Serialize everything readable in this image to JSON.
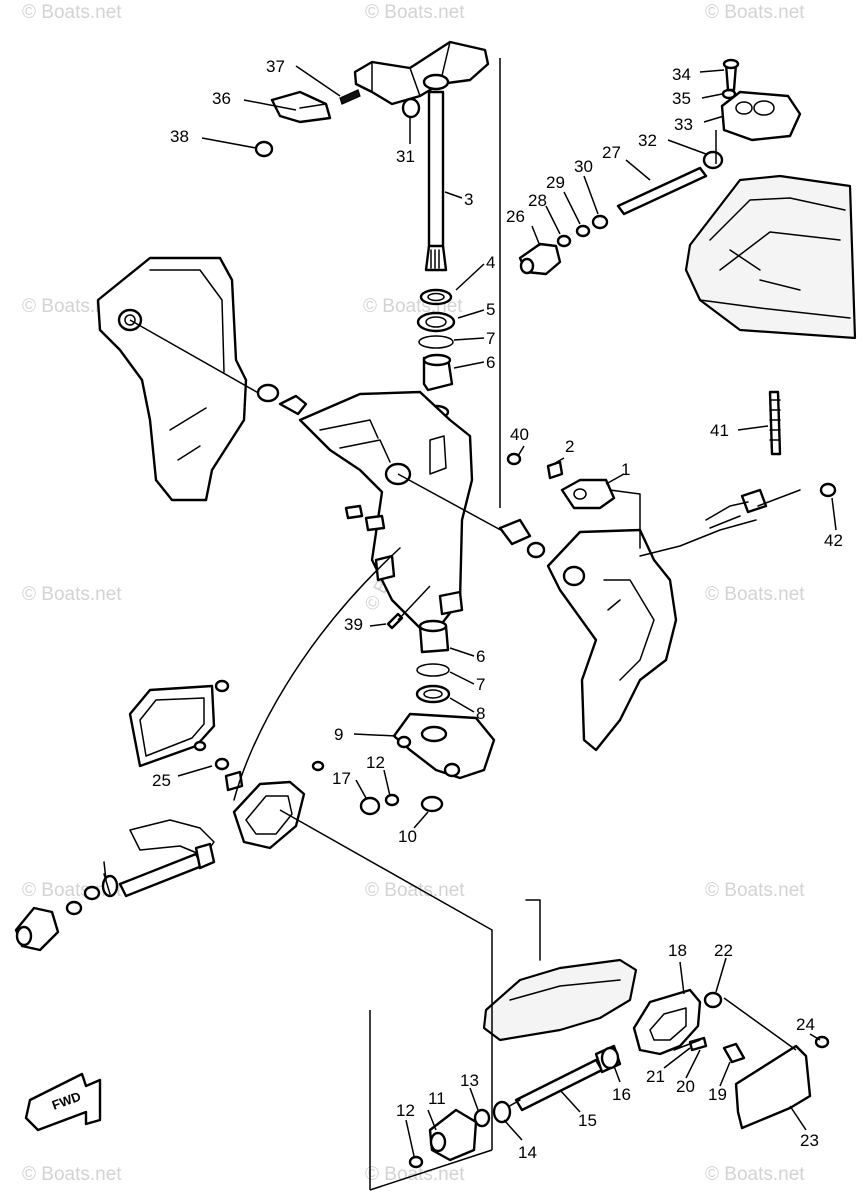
{
  "watermark": "© Boats.net",
  "fwd_label": "FWD",
  "callouts": {
    "c1": "1",
    "c2": "2",
    "c3": "3",
    "c4": "4",
    "c5": "5",
    "c6": "6",
    "c6b": "6",
    "c7": "7",
    "c7b": "7",
    "c8": "8",
    "c9": "9",
    "c10": "10",
    "c11": "11",
    "c12": "12",
    "c12b": "12",
    "c13": "13",
    "c14": "14",
    "c15": "15",
    "c16": "16",
    "c17": "17",
    "c18": "18",
    "c19": "19",
    "c20": "20",
    "c21": "21",
    "c22": "22",
    "c23": "23",
    "c24": "24",
    "c25": "25",
    "c26": "26",
    "c27": "27",
    "c28": "28",
    "c29": "29",
    "c30": "30",
    "c31": "31",
    "c32": "32",
    "c33": "33",
    "c34": "34",
    "c35": "35",
    "c36": "36",
    "c37": "37",
    "c38": "38",
    "c39": "39",
    "c40": "40",
    "c41": "41",
    "c42": "42"
  }
}
